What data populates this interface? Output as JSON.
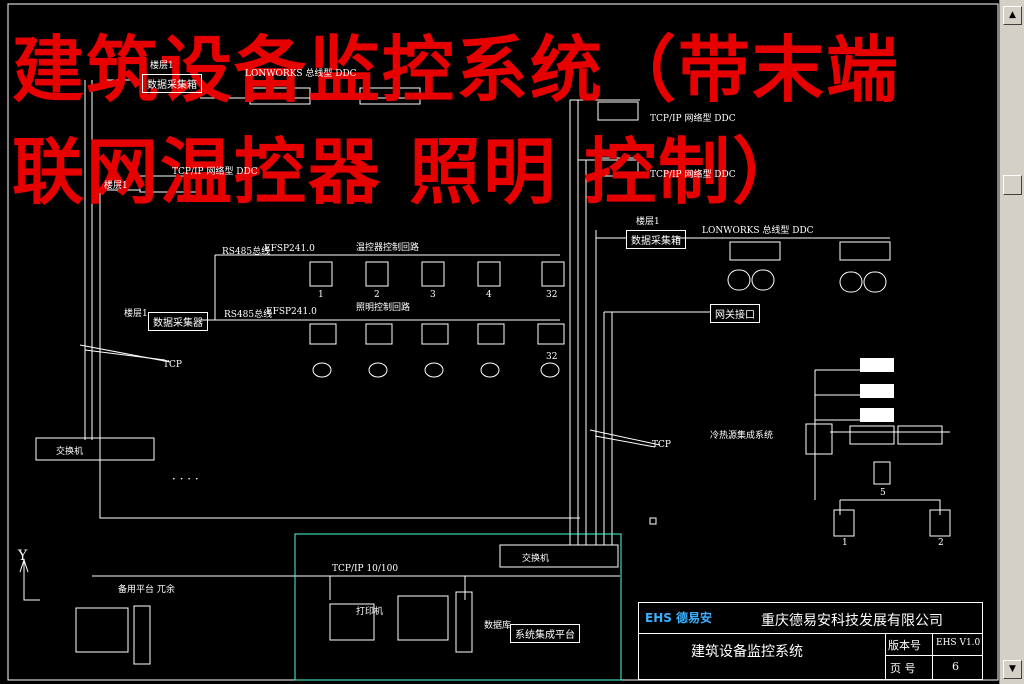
{
  "overlay": {
    "line1": "建筑设备监控系统（带末端",
    "line2": "联网温控器 照明 控制）"
  },
  "labels": {
    "floor1_a": "楼层1",
    "collector_a": "数据采集箱",
    "lonworks_ddc_top": "LONWORKS 总线型 DDC",
    "tcpip_ddc_left": "TCP/IP 网络型 DDC",
    "floor1_b": "楼层1",
    "tcpip_ddc_r1": "TCP/IP 网络型 DDC",
    "tcpip_ddc_r2": "TCP/IP 网络型 DDC",
    "rs485_a": "RS485总线",
    "efsp_a": "EFSP241.0",
    "temp_circuit": "温控器控制回路",
    "rs485_b": "RS485总线",
    "efsp_b": "EFSP241.0",
    "light_circuit": "照明控制回路",
    "floor1_c": "楼层1",
    "collector_c": "数据采集器",
    "floor1_d": "楼层1",
    "collector_d": "数据采集箱",
    "lonworks_ddc_right": "LONWORKS 总线型 DDC",
    "gateway": "网关接口",
    "tcp_left": "TCP",
    "tcp_right": "TCP",
    "switch_left": "交换机",
    "switch_center": "交换机",
    "chiller": "冷热源集成系统",
    "backup": "备用平台 兀余",
    "tcpip_100": "TCP/IP 10/100",
    "printer": "打印机",
    "database": "数据库",
    "integration": "系统集成平台",
    "axis_y": "Y",
    "dots": "· · · ·",
    "n1": "1",
    "n2": "2",
    "n3": "3",
    "n4": "4",
    "n32": "32",
    "n32b": "32",
    "n5": "5",
    "r1": "1",
    "r2": "2"
  },
  "title_block": {
    "logo": "EHS 德易安",
    "company": "重庆德易安科技发展有限公司",
    "project": "建筑设备监控系统",
    "version_label": "版本号",
    "version_value": "EHS V1.0",
    "page_label": "页  号",
    "page_value": "6"
  }
}
